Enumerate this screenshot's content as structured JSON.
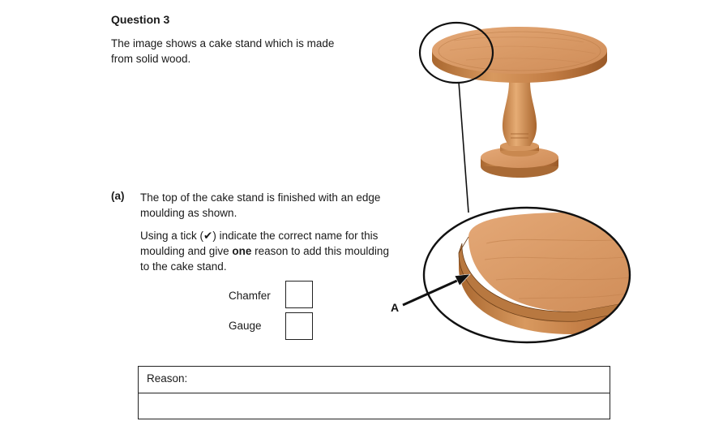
{
  "question": {
    "title": "Question 3",
    "intro_line1": "The image shows a cake stand which is made",
    "intro_line2": "from solid wood."
  },
  "part_a": {
    "label": "(a)",
    "text_line1": "The top of the cake stand is finished with an edge",
    "text_line2": "moulding as shown.",
    "instruction_line1": "Using a tick (✔) indicate the correct name for this",
    "instruction_line2_pre": "moulding and give ",
    "instruction_line2_bold": "one",
    "instruction_line2_post": " reason to add this moulding",
    "instruction_line3": "to the cake stand.",
    "options": [
      {
        "label": "Chamfer",
        "ticked": false
      },
      {
        "label": "Gauge",
        "ticked": false
      }
    ],
    "reason_label": "Reason:",
    "reason_answer": ""
  },
  "illustration": {
    "callout_label": "A",
    "wood_color": "#d99a66",
    "wood_dark": "#b06c38"
  }
}
